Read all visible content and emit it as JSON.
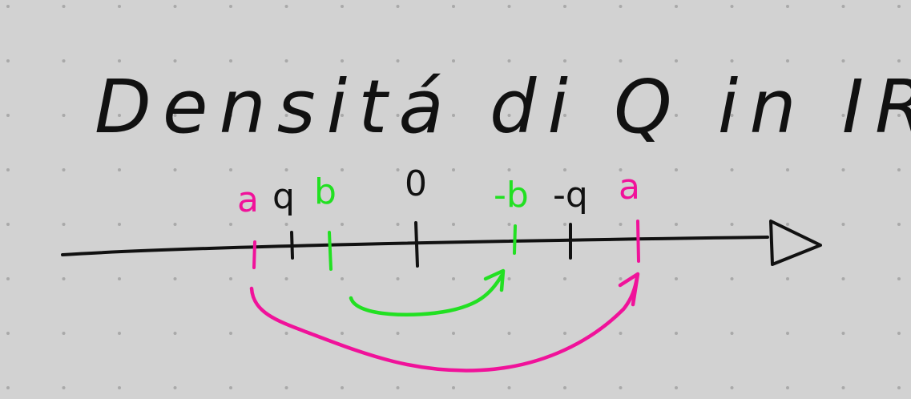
{
  "title": "Densitá di Q in IR",
  "colors": {
    "background": "#d2d2d2",
    "dots": "#a9a9a9",
    "ink": "#111111",
    "green": "#22e022",
    "magenta": "#f0129a"
  },
  "number_line": {
    "labels": {
      "a_left": "a",
      "q": "q",
      "b": "b",
      "zero": "0",
      "neg_b": "-b",
      "neg_q": "-q",
      "a_right": "a"
    }
  },
  "arrows": {
    "green": "b to -b",
    "magenta": "a to a"
  }
}
